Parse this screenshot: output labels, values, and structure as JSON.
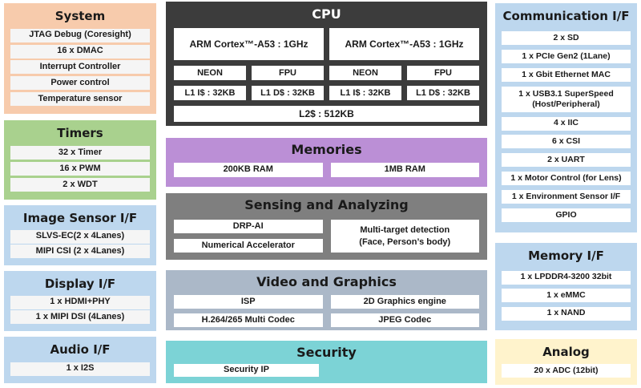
{
  "colors": {
    "system_bg": "#F7CBAC",
    "timers_bg": "#A9D18E",
    "blue_bg": "#BDD7EE",
    "cpu_bg": "#3C3C3C",
    "memories_bg": "#BB8FD6",
    "sensing_bg": "#7F7F7F",
    "video_bg": "#ABB8C8",
    "security_bg": "#7CD3D6",
    "analog_bg": "#FFF3CC",
    "row_bg": "#FFFFFF",
    "row_bg_gray": "#F5F5F5",
    "text": "#1A1A1A"
  },
  "blocks": {
    "system": {
      "title": "System",
      "items": [
        "JTAG Debug (Coresight)",
        "16 x DMAC",
        "Interrupt Controller",
        "Power control",
        "Temperature sensor"
      ]
    },
    "timers": {
      "title": "Timers",
      "items": [
        "32 x Timer",
        "16 x PWM",
        "2 x WDT"
      ]
    },
    "image_sensor": {
      "title": "Image Sensor I/F",
      "items": [
        "SLVS-EC(2 x 4Lanes)",
        "MIPI CSI (2 x 4Lanes)"
      ]
    },
    "display": {
      "title": "Display I/F",
      "items": [
        "1 x HDMI+PHY",
        "1 x MIPI DSI (4Lanes)"
      ]
    },
    "audio": {
      "title": "Audio I/F",
      "items": [
        "1 x I2S"
      ]
    },
    "cpu": {
      "title": "CPU",
      "cores": [
        "ARM Cortex™-A53 : 1GHz",
        "ARM Cortex™-A53 : 1GHz"
      ],
      "units": [
        "NEON",
        "FPU",
        "NEON",
        "FPU"
      ],
      "l1": [
        "L1 I$ : 32KB",
        "L1 D$ : 32KB",
        "L1 I$ : 32KB",
        "L1 D$ : 32KB"
      ],
      "l2": "L2$ : 512KB"
    },
    "memories": {
      "title": "Memories",
      "items": [
        "200KB RAM",
        "1MB RAM"
      ]
    },
    "sensing": {
      "title": "Sensing and Analyzing",
      "left_items": [
        "DRP-AI",
        "Numerical Accelerator"
      ],
      "right_lines": [
        "Multi-target detection",
        "(Face, Person’s body)"
      ]
    },
    "video": {
      "title": "Video and Graphics",
      "items": [
        "ISP",
        "2D Graphics engine",
        "H.264/265 Multi Codec",
        "JPEG Codec"
      ]
    },
    "security": {
      "title": "Security",
      "items": [
        "Security IP"
      ]
    },
    "communication": {
      "title": "Communication I/F",
      "items": [
        "2 x SD",
        "1 x PCIe Gen2 (1Lane)",
        "1 x Gbit Ethernet MAC",
        "1 x USB3.1 SuperSpeed (Host/Peripheral)",
        "4 x IIC",
        "6 x CSI",
        "2 x UART",
        "1 x Motor Control (for Lens)",
        "1 x Environment Sensor I/F",
        "GPIO"
      ]
    },
    "memory_if": {
      "title": "Memory I/F",
      "items": [
        "1 x LPDDR4-3200 32bit",
        "1 x eMMC",
        "1 x NAND"
      ]
    },
    "analog": {
      "title": "Analog",
      "items": [
        "20 x ADC (12bit)"
      ]
    }
  }
}
